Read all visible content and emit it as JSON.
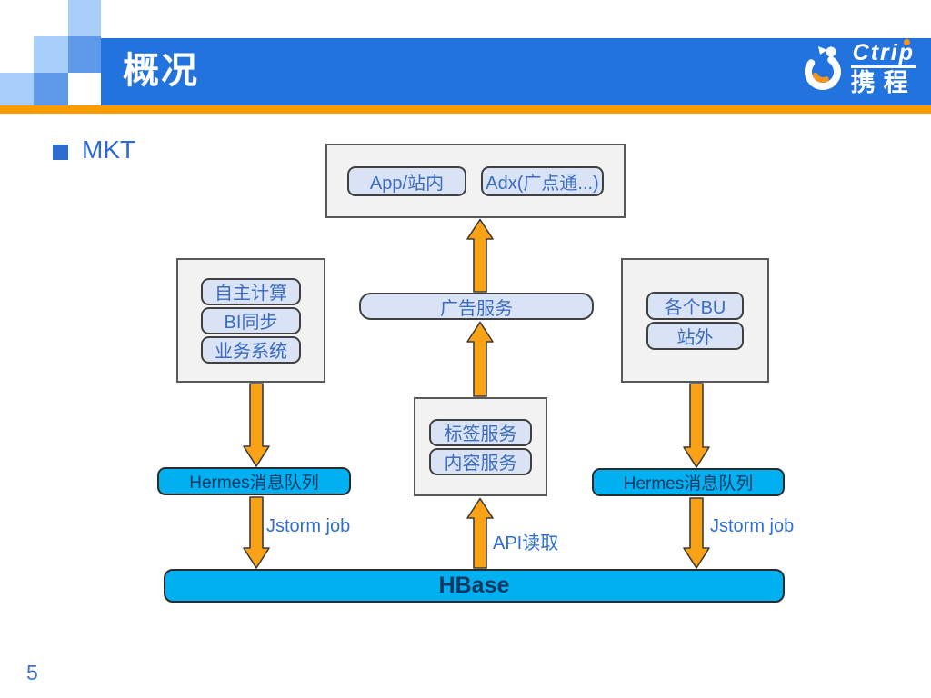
{
  "header": {
    "title": "概况",
    "logo": {
      "brand_en": "Ctrip",
      "brand_cn": "携程"
    }
  },
  "section": {
    "bullet_label": "MKT"
  },
  "footer": {
    "page_number": "5"
  },
  "diagram": {
    "front_channels": [
      "App/站内",
      "Adx(广点通...)"
    ],
    "ad_service": "广告服务",
    "left_sources": [
      "自主计算",
      "BI同步",
      "业务系统"
    ],
    "right_sources": [
      "各个BU",
      "站外"
    ],
    "content_services": [
      "标签服务",
      "内容服务"
    ],
    "hermes_left": "Hermes消息队列",
    "hermes_right": "Hermes消息队列",
    "hbase": "HBase",
    "edge_labels": {
      "jstorm_left": "Jstorm job",
      "api_read": "API读取",
      "jstorm_right": "Jstorm job"
    }
  },
  "colors": {
    "header_blue": "#2373de",
    "accent_orange": "#fb9d00",
    "arrow_orange": "#faa216",
    "queue_cyan": "#00b0f0",
    "pill_fill": "#dae3f5",
    "pill_text": "#3b6cc0",
    "navy_text": "#10375f"
  }
}
